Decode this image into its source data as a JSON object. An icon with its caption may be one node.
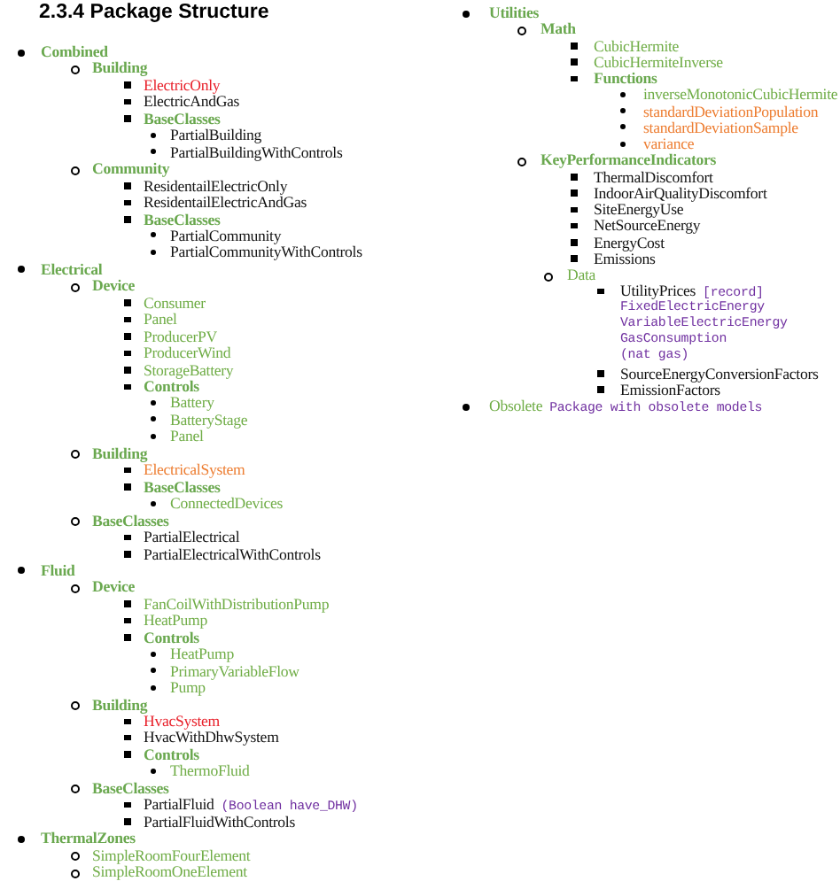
{
  "diagram": {
    "title": "2.3.4 Package Structure",
    "labels": [
      "Combined",
      "Building",
      "ElectricOnly",
      "ElectricAndGas",
      "BaseClasses",
      "PartialBuilding",
      "PartialBuildingWithControls",
      "Community",
      "ResidentailElectricOnly",
      "ResidentailElectricAndGas",
      "BaseClasses",
      "PartialCommunity",
      "PartialCommunityWithControls",
      "Electrical",
      "Device",
      "Consumer",
      "Panel",
      "ProducerPV",
      "ProducerWind",
      "StorageBattery",
      "Controls",
      "Battery",
      "BatteryStage",
      "Panel",
      "Building",
      "ElectricalSystem",
      "BaseClasses",
      "ConnectedDevices",
      "BaseClasses",
      "PartialElectrical",
      "PartialElectricalWithControls",
      "Fluid",
      "Device",
      "FanCoilWithDistributionPump",
      "HeatPump",
      "Controls",
      "HeatPump",
      "PrimaryVariableFlow",
      "Pump",
      "Building",
      "HvacSystem",
      "HvacWithDhwSystem",
      "Controls",
      "ThermoFluid",
      "BaseClasses",
      "PartialFluid",
      "(Boolean have_DHW)",
      "PartialFluidWithControls",
      "ThermalZones",
      "SimpleRoomFourElement",
      "SimpleRoomOneElement",
      "Utilities",
      "Math",
      "CubicHermite",
      "CubicHermiteInverse",
      "Functions",
      "inverseMonotonicCubicHermite",
      "standardDeviationPopulation",
      "standardDeviationSample",
      "variance",
      "KeyPerformanceIndicators",
      "ThermalDiscomfort",
      "IndoorAirQualityDiscomfort",
      "SiteEnergyUse",
      "NetSourceEnergy",
      "EnergyCost",
      "Emissions",
      "Data",
      "UtilityPrices",
      "[record]",
      "FixedElectricEnergy",
      "VariableElectricEnergy",
      "GasConsumption",
      "(nat gas)",
      "SourceEnergyConversionFactors",
      "EmissionFactors",
      "Obsolete",
      "Package with obsolete models"
    ]
  }
}
